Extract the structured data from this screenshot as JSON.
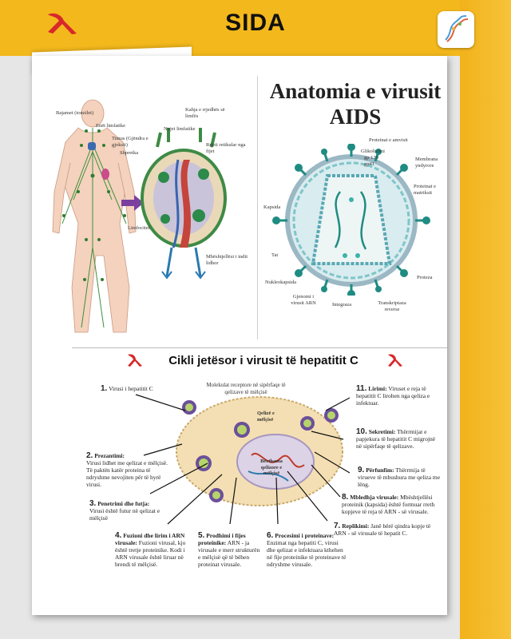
{
  "header": {
    "title": "SIDA"
  },
  "anatomy": {
    "title": "Anatomia e virusit AIDS",
    "left_labels": {
      "bajamet": "Bajamet (tonzilet)",
      "enet": "Enët limfatike",
      "timus": "Timus (Gjëndra e gjoksit)",
      "shpretka": "Shpretka",
      "kahja": "Kahja e rrjedhës së limfës",
      "nyjet": "Nyjet limfatike",
      "rrjeti": "Rrjeti retikular nga fijet",
      "limfocitet": "Limfocitet",
      "mbeshtjellesi": "Mbështjellësi i indit lidhor"
    },
    "virus_labels": {
      "proteinat_envelope": "Proteinat e amvisit",
      "glikolizimi": "Glikolizimi",
      "gp120": "gp 120",
      "gp41": "gp41",
      "membrana": "Membrana yndyrore",
      "proteinat_matriksit": "Proteinat e matriksit",
      "kapsida": "Kapsida",
      "tat": "Tat",
      "proteza": "Proteza",
      "nukleokapsida": "Nukleokapsida",
      "gjenomi": "Gjenomi i virusit ARN",
      "integraza": "Integraza",
      "transkriptaza": "Transkriptaza reverse"
    }
  },
  "cycle": {
    "title": "Cikli jetësor i virusit të hepatitit C",
    "molekulat": "Molekulat receptore në sipërfaqe të qelizave të mëlçisë",
    "qeliza": "Qelizë e mëlçisë",
    "berthama": "Bërthama qelizore e mëlçisë",
    "steps": [
      {
        "num": "1.",
        "name": "",
        "text": "Virusi i hepatitit C"
      },
      {
        "num": "2.",
        "name": "Prezantimi:",
        "text": "Virusi lidhet me qelizat e mëlçisë. Të paktën katër proteina të ndryshme nevojiten për të hyrë virusi."
      },
      {
        "num": "3.",
        "name": "Penetrimi dhe futja:",
        "text": "Virusi është futur në qelizat e mëlçisë"
      },
      {
        "num": "4.",
        "name": "Fuzioni dhe lirim i ARN virusale:",
        "text": "Fuzioni virusal, kjo është tretje proteinike. Kodi i ARN virusale është liruar në brendi të mëlçisë."
      },
      {
        "num": "5.",
        "name": "Prodhimi i fijes proteinike:",
        "text": "ARN - ja virusale e merr strukturën e mëlçisë që të bëhen proteinat virusale."
      },
      {
        "num": "6.",
        "name": "Procesimi i proteinave:",
        "text": "Enzimat nga hepatiti C, virusi dhe qelizat e infektuara kthehen në fije proteinike të proteinave të ndryshme virusale."
      },
      {
        "num": "7.",
        "name": "Replikimi:",
        "text": "Janë bërë qindra kopje të ARN - së virusale të hepatit C."
      },
      {
        "num": "8.",
        "name": "Mbledhja virusale:",
        "text": "Mbështjellësi proteinik (kapsida) është formuar rreth kopjeve të reja të ARN - së virusale."
      },
      {
        "num": "9.",
        "name": "Përfunfim:",
        "text": "Thërrmija të virueve të mbushura me qeliza me lëng."
      },
      {
        "num": "10.",
        "name": "Sekretimi:",
        "text": "Thërrmijat e papjekura të hepatitit C migrojnë në sipërfaqe të qelizave."
      },
      {
        "num": "11.",
        "name": "Lirimi:",
        "text": "Viruset e reja të hepatitit C lirohen nga qeliza e infektuar."
      }
    ]
  },
  "colors": {
    "accent": "#f3b81c",
    "ribbon": "#d7282a",
    "teal": "#1f8c82",
    "lymph": "#2c8a4a"
  }
}
